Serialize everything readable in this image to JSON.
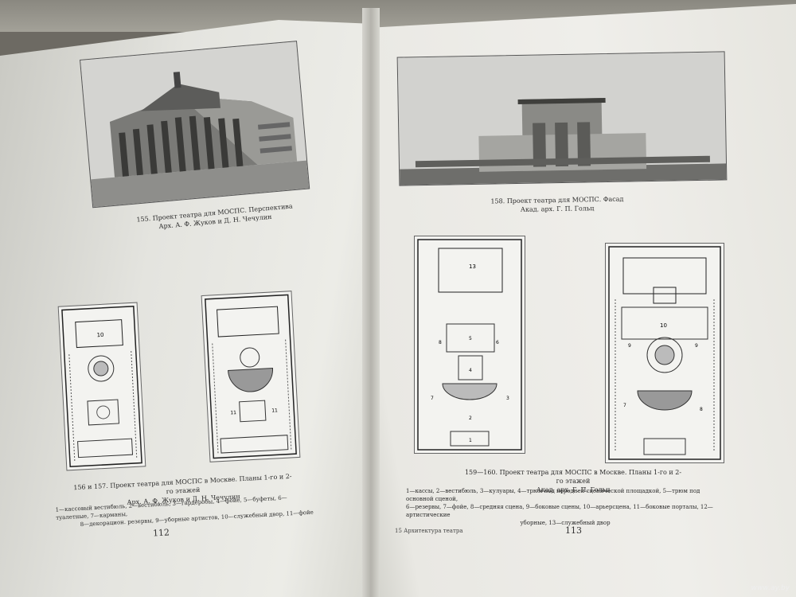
{
  "left_page": {
    "caption_155_line1": "155. Проект театра для МОСПС. Перспектива",
    "caption_155_line2": "Арх. А. Ф. Жуков и Д. Н. Чечулин",
    "plan_156_label": "10",
    "plan_157_label_1": "11",
    "plan_157_label_2": "11",
    "caption_156_line1": "156 и 157. Проект театра для МОСПС в Москве. Планы 1-го и 2-го этажей",
    "caption_156_line2": "Арх. А. Ф. Жуков и Д. Н. Чечулин",
    "legend_line1": "1—кассовый вестибюль, 2—вестибюль, 3—гардеробы, 4—фойе, 5—буфеты, 6—туалетные, 7—карманы,",
    "legend_line2": "8—декорацион. резервы, 9—уборные артистов, 10—служебный двор, 11—фойе",
    "page_number": "112"
  },
  "right_page": {
    "caption_158_line1": "158. Проект театра для МОСПС. Фасад",
    "caption_158_line2": "Акад. арх. Г. П. Гольц",
    "plan_159_labels": [
      "13",
      "5",
      "4",
      "8",
      "6",
      "7",
      "3",
      "2",
      "1"
    ],
    "plan_160_labels": [
      "10",
      "9",
      "9",
      "7",
      "8"
    ],
    "caption_159_line1": "159—160. Проект театра для МОСПС в Москве. Планы 1-го и 2-го этажей",
    "caption_159_line2": "Акад. арх. Г. П. Гольц",
    "legend_line1": "1—кассы, 2—вестибюль, 3—кулуары, 4—трюм под передней сценической площадкой, 5—трюм под основной сценой,",
    "legend_line2": "6—резервы, 7—фойе, 8—средняя сцена, 9—боковые сцены, 10—арьерсцена, 11—боковые порталы, 12—артистические",
    "legend_line3": "уборные, 13—служебный двор",
    "footer": "15   Архитектура театра",
    "page_number": "113"
  },
  "watermark": "www.ay.by"
}
